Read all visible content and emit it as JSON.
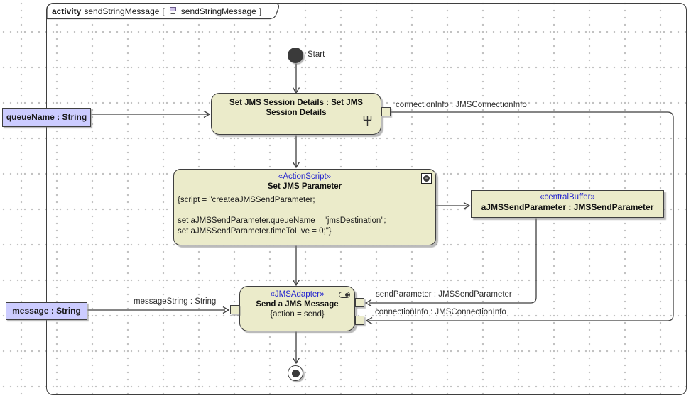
{
  "frame": {
    "keyword": "activity",
    "name": "sendStringMessage",
    "open_bracket": "[",
    "diagram_name": "sendStringMessage",
    "close_bracket": "]"
  },
  "nodes": {
    "start": {
      "label": "Start"
    },
    "set_session": {
      "name": "Set JMS Session Details : Set JMS Session Details"
    },
    "set_parameter": {
      "stereotype": "«ActionScript»",
      "name": "Set JMS Parameter",
      "script_lines": [
        "{script = \"createaJMSSendParameter;",
        "",
        "set aJMSSendParameter.queueName = \"jmsDestination\";",
        "set aJMSSendParameter.timeToLive = 0;\"}"
      ]
    },
    "central_buffer": {
      "stereotype": "«centralBuffer»",
      "name": "aJMSSendParameter : JMSSendParameter"
    },
    "send_message": {
      "stereotype": "«JMSAdapter»",
      "name": "Send a JMS Message",
      "constraint": "{action = send}"
    }
  },
  "activity_parameters": {
    "queue_name": "queueName : String",
    "message": "message : String"
  },
  "edge_labels": {
    "connection_info_top": "connectionInfo : JMSConnectionInfo",
    "send_parameter": "sendParameter : JMSSendParameter",
    "connection_info_bottom": "connectionInfo : JMSConnectionInfo",
    "message_string": "messageString : String"
  },
  "colors": {
    "node_fill": "#ebebca",
    "parameter_fill": "#ccccff",
    "stereotype_text": "#2424cf",
    "line": "#3f3f3f"
  }
}
